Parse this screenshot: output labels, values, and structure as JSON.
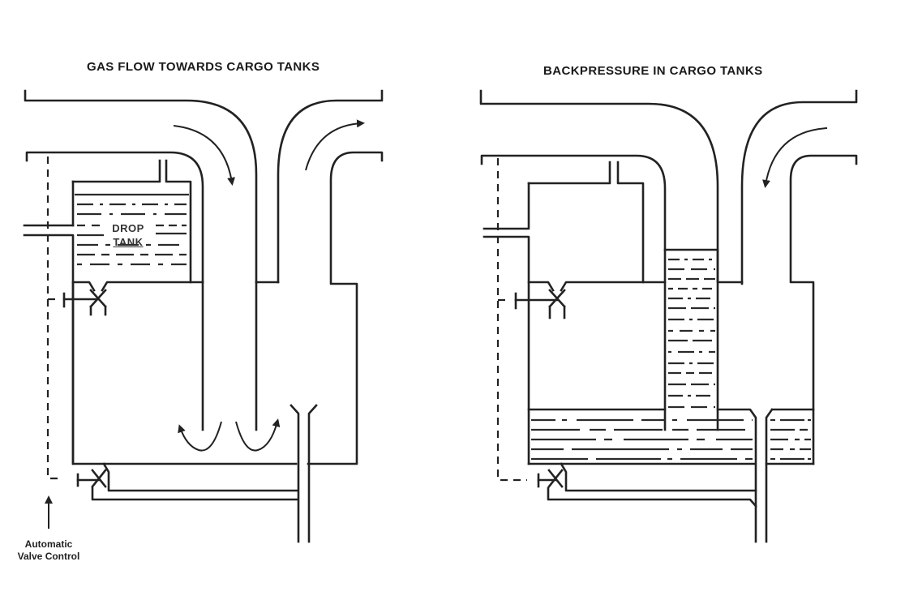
{
  "figure": {
    "panels": [
      {
        "id": "gas-flow",
        "title": "GAS FLOW TOWARDS CARGO TANKS",
        "drop_tank_label_line1": "DROP",
        "drop_tank_label_line2": "TANK",
        "control_label_line1": "Automatic",
        "control_label_line2": "Valve Control",
        "flow_direction": "towards cargo tanks",
        "liquid_location": "drop tank"
      },
      {
        "id": "backpressure",
        "title": "BACKPRESSURE IN CARGO TANKS",
        "flow_direction": "reverse (from cargo tanks)",
        "liquid_location": "seal chamber and riser"
      }
    ],
    "colors": {
      "line": "#222222",
      "background": "#ffffff"
    }
  }
}
